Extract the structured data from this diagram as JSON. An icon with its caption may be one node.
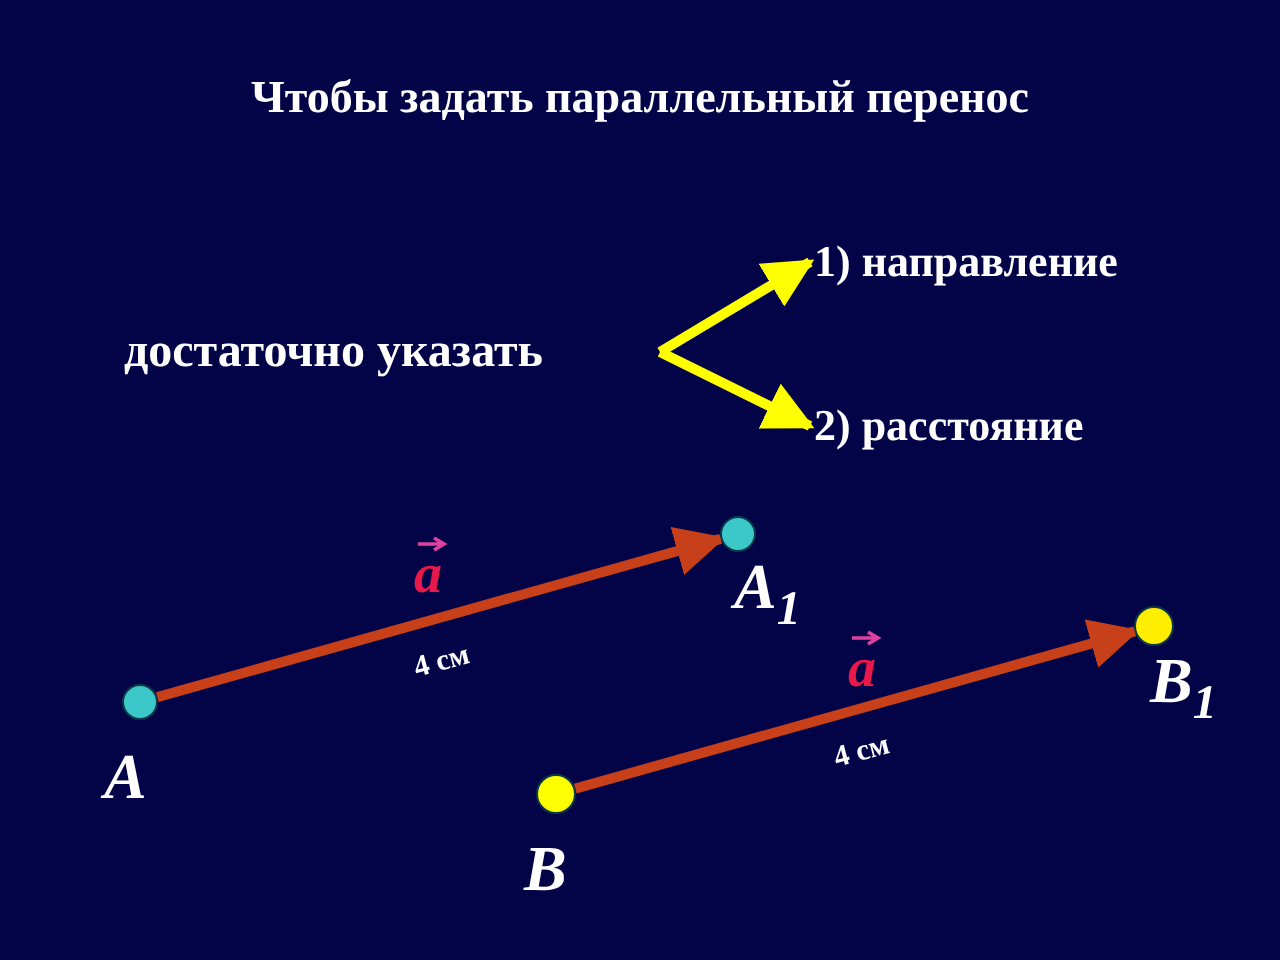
{
  "diagram": {
    "title": "Чтобы задать параллельный перенос",
    "nodes": [
      {
        "text": [
          "достаточно указать"
        ]
      },
      {
        "text": [
          "1) направление"
        ]
      },
      {
        "text": [
          "2) расстояние"
        ]
      },
      {
        "text": [],
        "shape": "circle",
        "beside": [
          "A"
        ]
      },
      {
        "text": [],
        "shape": "circle",
        "beside": [
          "A$_{1}$"
        ]
      },
      {
        "text": [],
        "shape": "circle",
        "beside": [
          "B"
        ]
      },
      {
        "text": [],
        "shape": "circle",
        "beside": [
          "B$_{1}$"
        ]
      }
    ],
    "edges": [
      {
        "from": 0,
        "to": 1,
        "arrow": "to",
        "color": "#ffff00"
      },
      {
        "from": 0,
        "to": 2,
        "arrow": "to",
        "color": "#ffff00"
      },
      {
        "from": 3,
        "to": 4,
        "arrow": "to",
        "label": "4 см",
        "color": "#c8401a"
      },
      {
        "from": 5,
        "to": 6,
        "arrow": "to",
        "label": "4 см",
        "color": "#c8401a"
      }
    ],
    "labels": [
      "a",
      "a"
    ]
  }
}
